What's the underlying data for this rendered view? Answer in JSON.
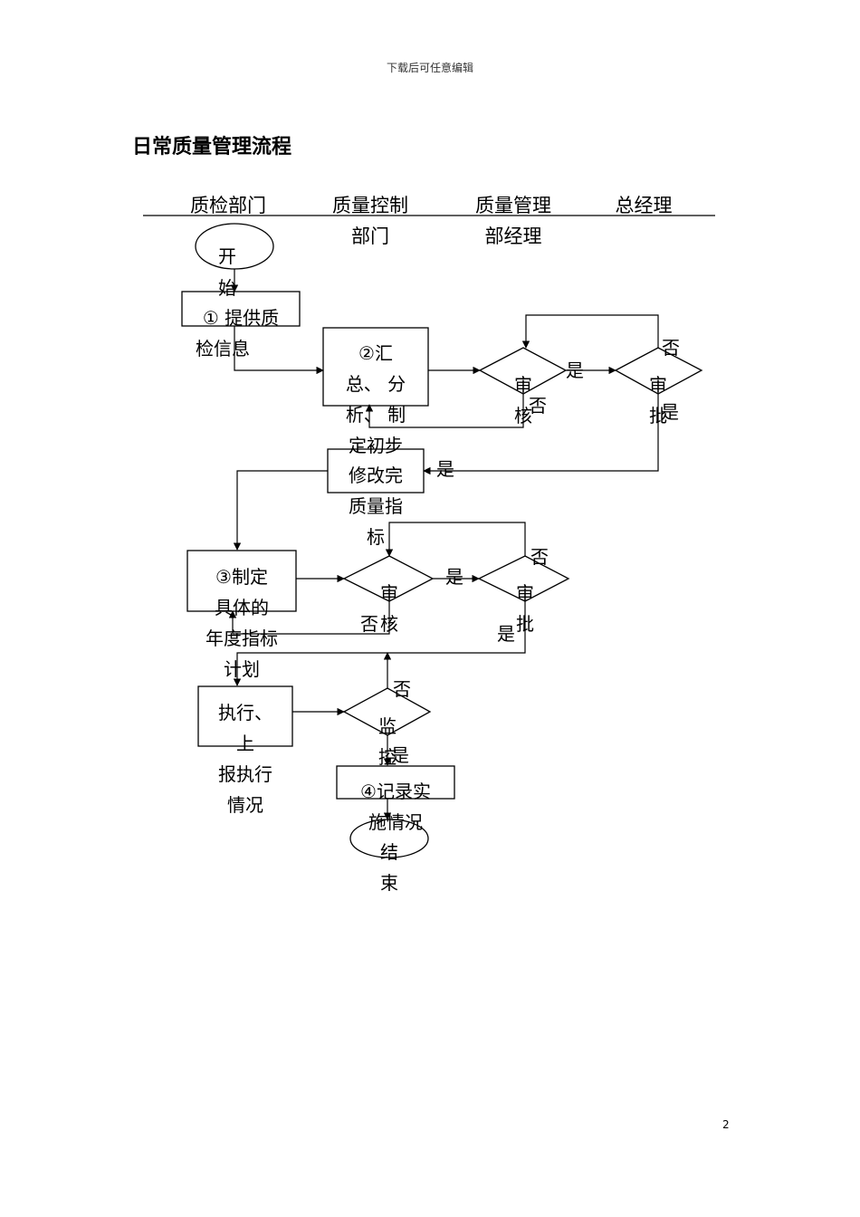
{
  "header": {
    "note": "下载后可任意编辑"
  },
  "title": "日常质量管理流程",
  "lanes": [
    {
      "line1": "质检部门",
      "line2": ""
    },
    {
      "line1": "质量控制",
      "line2": "部门"
    },
    {
      "line1": "质量管理",
      "line2": "部经理"
    },
    {
      "line1": "总经理",
      "line2": ""
    }
  ],
  "nodes": {
    "start": [
      "开",
      "始"
    ],
    "step1": [
      "① 提供质",
      "检信息"
    ],
    "step2": [
      "②汇",
      "总、 分",
      "析、 制",
      "定初步"
    ],
    "review1": [
      "审",
      "核"
    ],
    "approve1": [
      "审",
      "批"
    ],
    "revise": [
      "修改完",
      "质量指",
      "标"
    ],
    "step3": [
      "③制定",
      "具体的",
      "年度指标",
      "计划"
    ],
    "review2": [
      "审",
      "核"
    ],
    "approve2": [
      "审",
      "批"
    ],
    "execute": [
      "执行、",
      "上",
      "报执行",
      "情况"
    ],
    "monitor": [
      "监",
      "控"
    ],
    "step4": [
      "④记录实",
      "施情况"
    ],
    "end": [
      "结",
      "束"
    ]
  },
  "edge_labels": {
    "yes": "是",
    "no": "否"
  },
  "page_number": "2"
}
